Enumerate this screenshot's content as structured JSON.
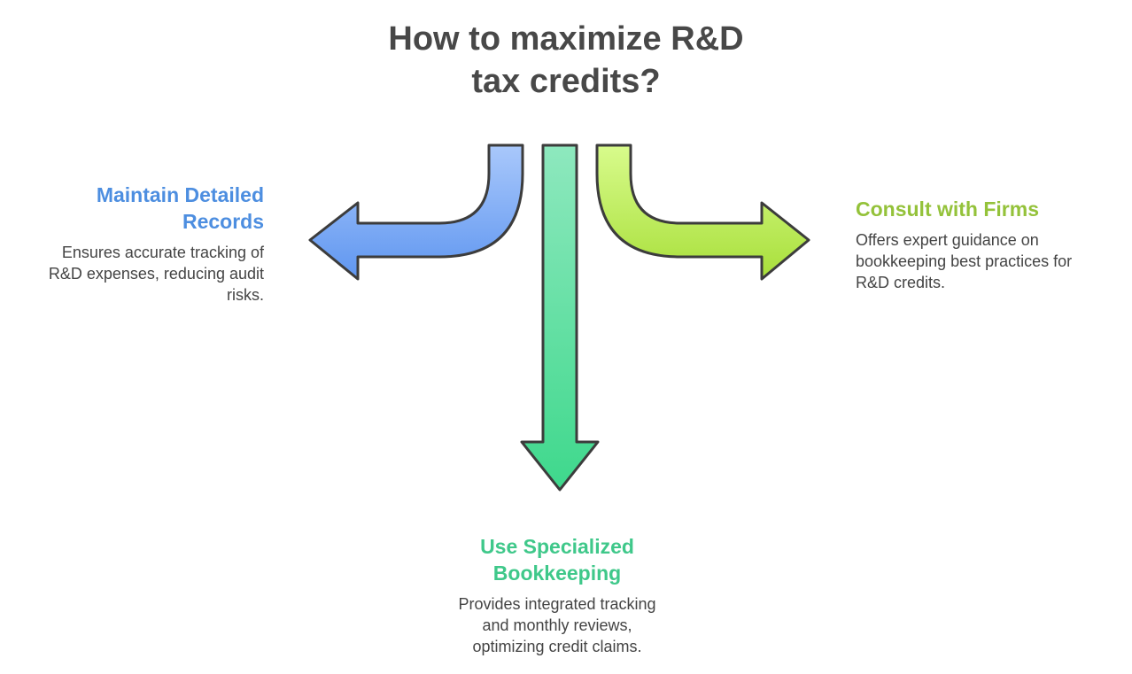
{
  "title": {
    "line1": "How to maximize R&D",
    "line2": "tax credits?"
  },
  "branches": {
    "left": {
      "heading_line1": "Maintain Detailed",
      "heading_line2": "Records",
      "desc_line1": "Ensures accurate tracking of",
      "desc_line2": "R&D expenses, reducing audit",
      "desc_line3": "risks.",
      "color": "#4d8ee0"
    },
    "bottom": {
      "heading_line1": "Use Specialized",
      "heading_line2": "Bookkeeping",
      "desc_line1": "Provides integrated tracking",
      "desc_line2": "and monthly reviews,",
      "desc_line3": "optimizing credit claims.",
      "color": "#3fc88a"
    },
    "right": {
      "heading_line1": "Consult with Firms",
      "desc_line1": "Offers expert guidance on",
      "desc_line2": "bookkeeping best practices for",
      "desc_line3": "R&D credits.",
      "color": "#94c23a"
    }
  }
}
